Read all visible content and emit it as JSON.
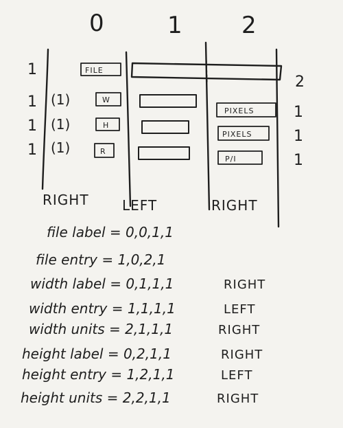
{
  "columns": {
    "c0": "0",
    "c1": "1",
    "c2": "2"
  },
  "rows": [
    {
      "weight": "1",
      "paren": "",
      "box": "FILE"
    },
    {
      "weight": "1",
      "paren": "(1)",
      "box": "W"
    },
    {
      "weight": "1",
      "paren": "(1)",
      "box": "H"
    },
    {
      "weight": "1",
      "paren": "(1)",
      "box": "R"
    }
  ],
  "span_mark": "2",
  "unit_boxes": [
    {
      "label": "PIXELS",
      "weight": "1"
    },
    {
      "label": "PIXELS",
      "weight": "1"
    },
    {
      "label": "P/I",
      "weight": "1"
    }
  ],
  "alignment": {
    "col0": "RIGHT",
    "col1": "LEFT",
    "col2": "RIGHT"
  },
  "notes": [
    {
      "text": "file label = 0,0,1,1",
      "just": ""
    },
    {
      "text": "file entry = 1,0,2,1",
      "just": ""
    },
    {
      "text": "width label = 0,1,1,1",
      "just": "RIGHT"
    },
    {
      "text": "width entry = 1,1,1,1",
      "just": "LEFT"
    },
    {
      "text": "width units = 2,1,1,1",
      "just": "RIGHT"
    },
    {
      "text": "height label = 0,2,1,1",
      "just": "RIGHT"
    },
    {
      "text": "height entry = 1,2,1,1",
      "just": "LEFT"
    },
    {
      "text": "height units = 2,2,1,1",
      "just": "RIGHT"
    }
  ],
  "colors": {
    "paper": "#f4f3ef",
    "ink": "#1e1e1e"
  }
}
